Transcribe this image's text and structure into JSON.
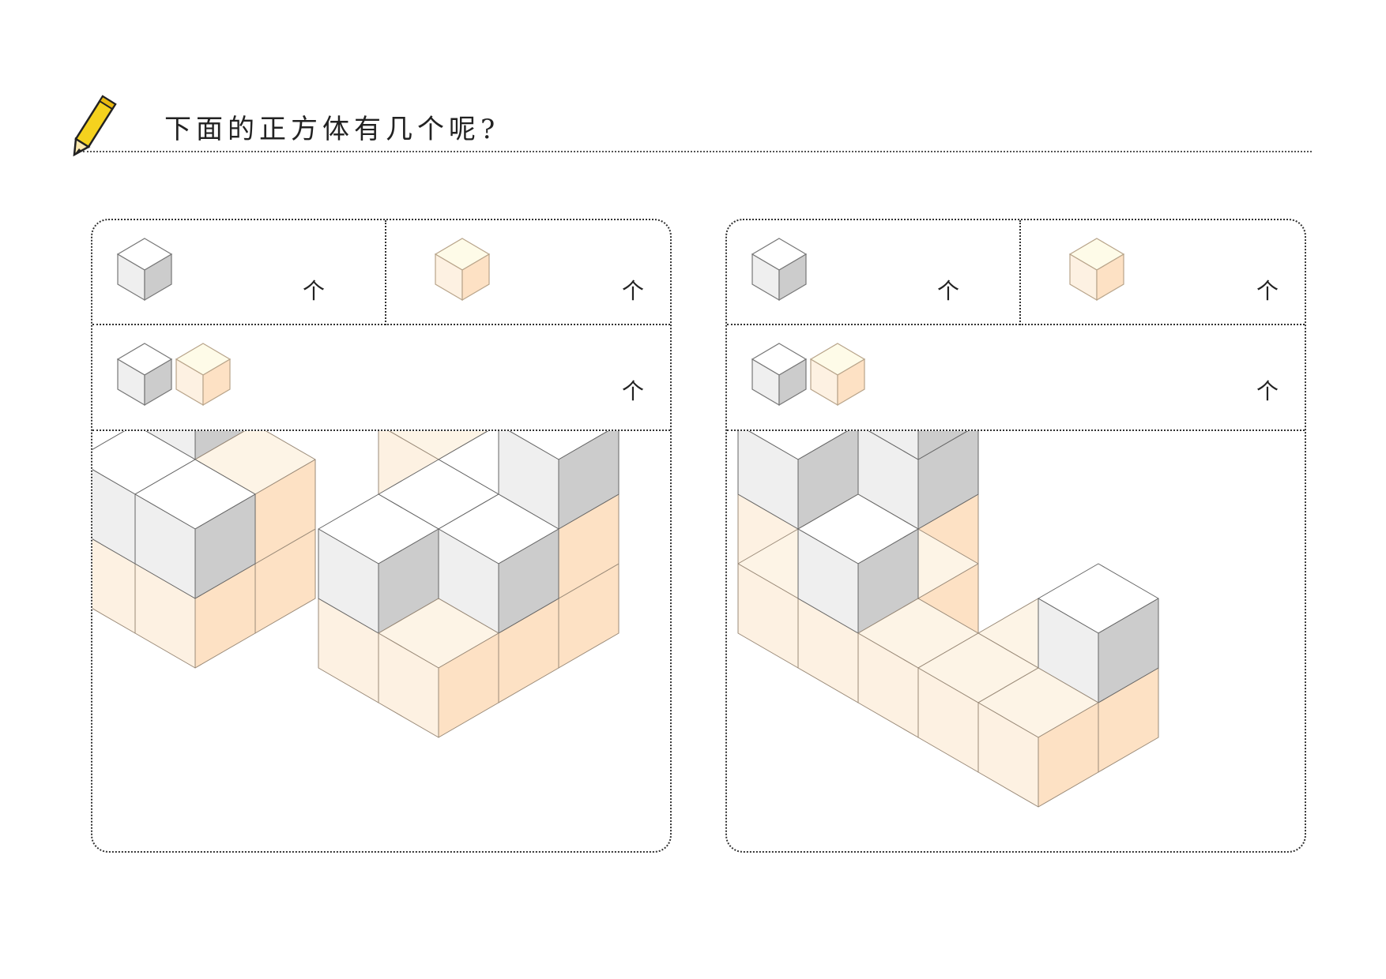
{
  "title": "下面的正方体有几个呢?",
  "unit_label": "个",
  "icons": {
    "header": "pencil-icon",
    "white_cube": "white-cube-icon",
    "orange_cube": "orange-cube-icon"
  },
  "colors": {
    "white_top": "#ffffff",
    "white_left": "#efefef",
    "white_right": "#cccccc",
    "orange_top": "#fdf4e6",
    "orange_left": "#fdf1e2",
    "orange_right": "#fde1c4",
    "orange_icon_top": "#fefbe8",
    "pencil_body": "#f5d21e",
    "outline": "#555555"
  },
  "panels": [
    {
      "id": "left",
      "questions": [
        {
          "icons": [
            "white"
          ],
          "unit": "个"
        },
        {
          "icons": [
            "orange"
          ],
          "unit": "个"
        },
        {
          "icons": [
            "white",
            "orange"
          ],
          "unit": "个"
        }
      ]
    },
    {
      "id": "right",
      "questions": [
        {
          "icons": [
            "white"
          ],
          "unit": "个"
        },
        {
          "icons": [
            "orange"
          ],
          "unit": "个"
        },
        {
          "icons": [
            "white",
            "orange"
          ],
          "unit": "个"
        }
      ]
    }
  ]
}
